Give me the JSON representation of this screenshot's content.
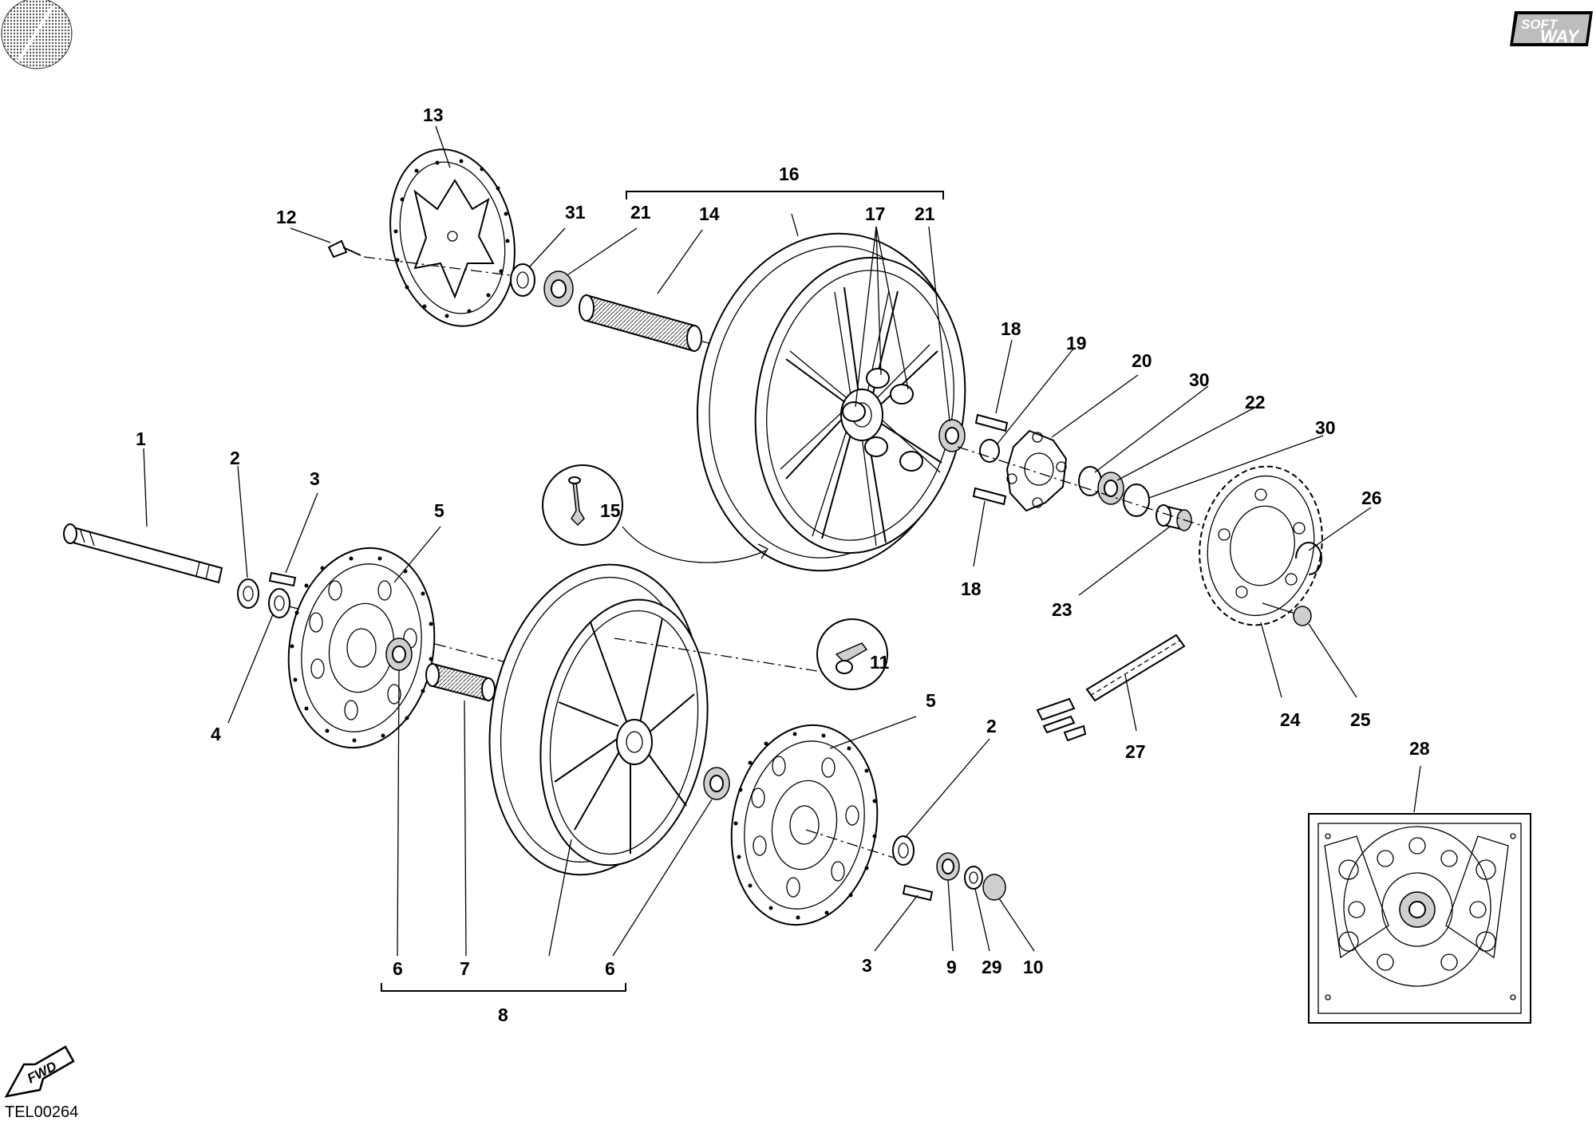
{
  "document_code": "TEL00264",
  "fwd_label": "FWD",
  "brand_logo": {
    "line1": "SOFT",
    "line2": "WAY"
  },
  "callouts": [
    {
      "id": "c13",
      "text": "13"
    },
    {
      "id": "c12",
      "text": "12"
    },
    {
      "id": "c31",
      "text": "31"
    },
    {
      "id": "c21a",
      "text": "21"
    },
    {
      "id": "c14",
      "text": "14"
    },
    {
      "id": "c16",
      "text": "16"
    },
    {
      "id": "c17",
      "text": "17"
    },
    {
      "id": "c21b",
      "text": "21"
    },
    {
      "id": "c18a",
      "text": "18"
    },
    {
      "id": "c19",
      "text": "19"
    },
    {
      "id": "c20",
      "text": "20"
    },
    {
      "id": "c30a",
      "text": "30"
    },
    {
      "id": "c22",
      "text": "22"
    },
    {
      "id": "c30b",
      "text": "30"
    },
    {
      "id": "c26",
      "text": "26"
    },
    {
      "id": "c15",
      "text": "15"
    },
    {
      "id": "c18b",
      "text": "18"
    },
    {
      "id": "c23",
      "text": "23"
    },
    {
      "id": "c1",
      "text": "1"
    },
    {
      "id": "c2a",
      "text": "2"
    },
    {
      "id": "c3a",
      "text": "3"
    },
    {
      "id": "c5a",
      "text": "5"
    },
    {
      "id": "c4",
      "text": "4"
    },
    {
      "id": "c11",
      "text": "11"
    },
    {
      "id": "c24",
      "text": "24"
    },
    {
      "id": "c25",
      "text": "25"
    },
    {
      "id": "c27",
      "text": "27"
    },
    {
      "id": "c5b",
      "text": "5"
    },
    {
      "id": "c2b",
      "text": "2"
    },
    {
      "id": "c28",
      "text": "28"
    },
    {
      "id": "c6a",
      "text": "6"
    },
    {
      "id": "c7",
      "text": "7"
    },
    {
      "id": "c6b",
      "text": "6"
    },
    {
      "id": "c3b",
      "text": "3"
    },
    {
      "id": "c9",
      "text": "9"
    },
    {
      "id": "c29",
      "text": "29"
    },
    {
      "id": "c10",
      "text": "10"
    },
    {
      "id": "c8",
      "text": "8"
    }
  ]
}
